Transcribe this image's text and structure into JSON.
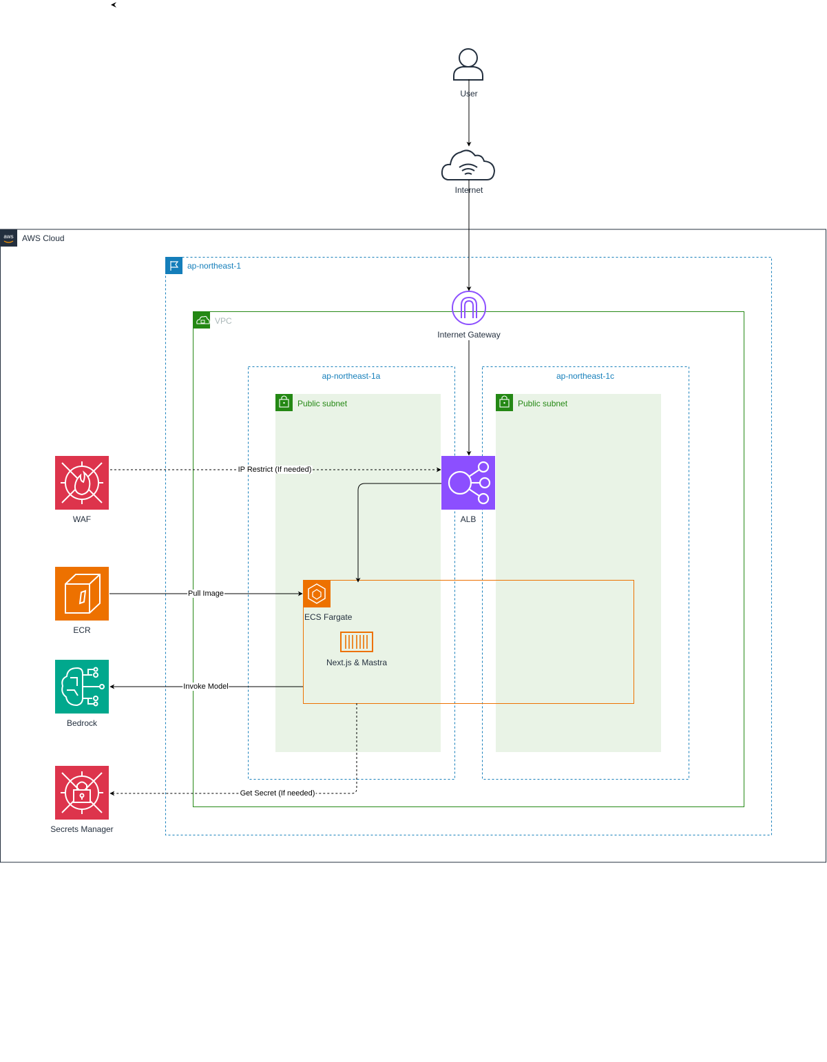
{
  "nodes": {
    "user": {
      "label": "User",
      "icon": "user-icon"
    },
    "internet": {
      "label": "Internet",
      "icon": "internet-cloud-icon"
    },
    "igw": {
      "label": "Internet Gateway",
      "icon": "internet-gateway-icon"
    },
    "alb": {
      "label": "ALB",
      "icon": "load-balancer-icon"
    },
    "waf": {
      "label": "WAF",
      "icon": "waf-icon"
    },
    "ecr": {
      "label": "ECR",
      "icon": "ecr-icon"
    },
    "bedrock": {
      "label": "Bedrock",
      "icon": "bedrock-icon"
    },
    "secrets": {
      "label": "Secrets Manager",
      "icon": "secrets-manager-icon"
    },
    "ecs": {
      "label": "ECS Fargate",
      "icon": "ecs-icon"
    },
    "container": {
      "label": "Next.js & Mastra",
      "icon": "container-icon"
    }
  },
  "groups": {
    "aws_cloud": "AWS Cloud",
    "region": "ap-northeast-1",
    "vpc": "VPC",
    "az_a": "ap-northeast-1a",
    "az_c": "ap-northeast-1c",
    "subnet_a": "Public subnet",
    "subnet_c": "Public subnet"
  },
  "edges": {
    "ip_restrict": "IP Restrict (If needed)",
    "pull_image": "Pull Image",
    "invoke_model": "Invoke Model",
    "get_secret": "Get Secret (If needed)"
  },
  "colors": {
    "waf": "#dd344c",
    "secrets": "#dd344c",
    "ecr": "#ed7100",
    "bedrock": "#01a88d",
    "alb": "#8c4fff",
    "igw": "#8c4fff",
    "region": "#147eba",
    "vpc": "#248814",
    "subnet_fill": "#e9f3e6",
    "ecs": "#ed7100"
  }
}
